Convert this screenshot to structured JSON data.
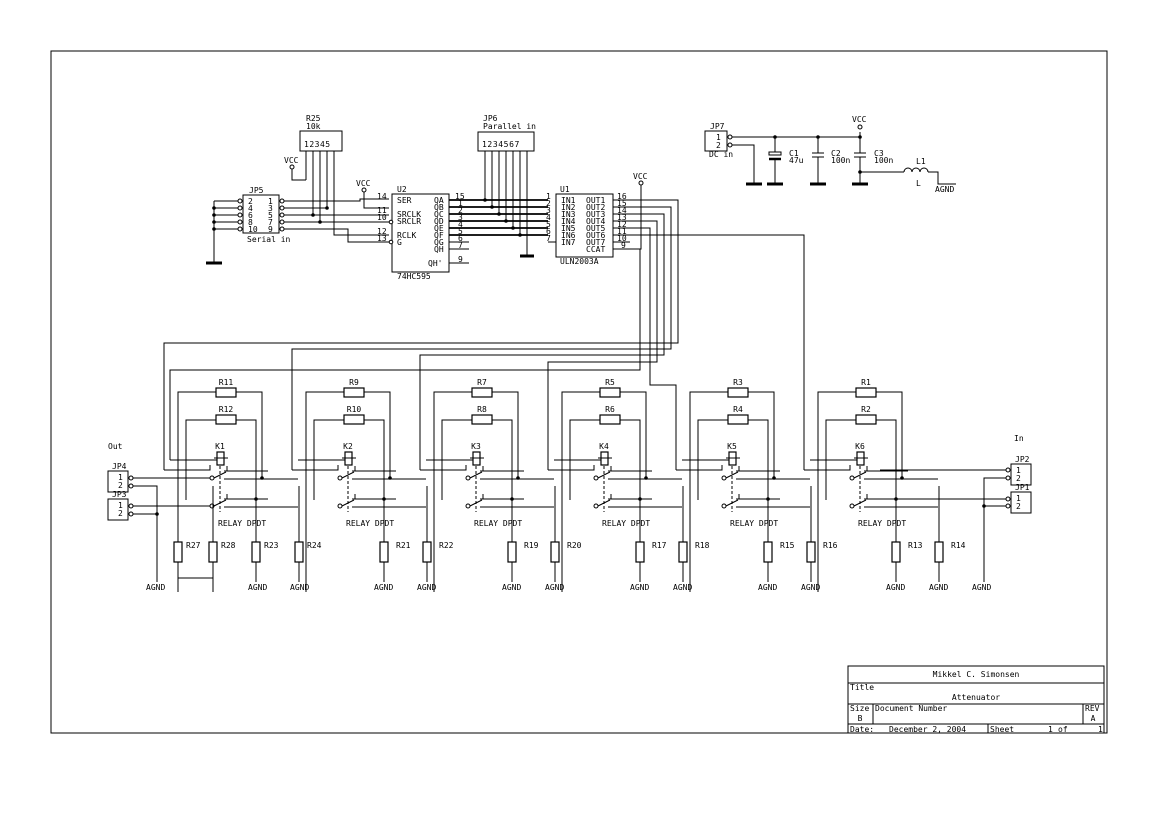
{
  "title_block": {
    "author": "Mikkel C. Simonsen",
    "title_label": "Title",
    "title": "Attenuator",
    "size_label": "Size",
    "size": "B",
    "docnum_label": "Document Number",
    "rev_label": "REV",
    "rev": "A",
    "date_label": "Date:",
    "date": "December  2, 2004",
    "sheet_label": "Sheet",
    "sheet": "1",
    "of_label": "of",
    "sheet_total": "1"
  },
  "power": {
    "vcc": "VCC",
    "agnd": "AGND"
  },
  "connectors": {
    "jp5": {
      "ref": "JP5",
      "label": "Serial in",
      "pins_left": [
        "2",
        "4",
        "6",
        "8",
        "10"
      ],
      "pins_right": [
        "1",
        "3",
        "5",
        "7",
        "9"
      ]
    },
    "jp6": {
      "ref": "JP6",
      "label": "Parallel in",
      "pins": "1234567"
    },
    "jp7": {
      "ref": "JP7",
      "label": "DC in",
      "pins": [
        "1",
        "2"
      ]
    },
    "jp4": {
      "ref": "JP4",
      "pins": [
        "1",
        "2"
      ]
    },
    "jp3": {
      "ref": "JP3",
      "pins": [
        "1",
        "2"
      ]
    },
    "jp2": {
      "ref": "JP2",
      "pins": [
        "1",
        "2"
      ]
    },
    "jp1": {
      "ref": "JP1",
      "pins": [
        "1",
        "2"
      ]
    },
    "out_label": "Out",
    "in_label": "In"
  },
  "r25": {
    "ref": "R25",
    "value": "10k",
    "pins": "12345"
  },
  "u2": {
    "ref": "U2",
    "part": "74HC595",
    "left_pins": [
      {
        "num": "14",
        "name": "SER"
      },
      {
        "num": "11",
        "name": "SRCLK"
      },
      {
        "num": "10",
        "name": "SRCLR"
      },
      {
        "num": "12",
        "name": "RCLK"
      },
      {
        "num": "13",
        "name": "G"
      }
    ],
    "right_pins": [
      {
        "num": "15",
        "name": "QA"
      },
      {
        "num": "1",
        "name": "QB"
      },
      {
        "num": "2",
        "name": "QC"
      },
      {
        "num": "3",
        "name": "QD"
      },
      {
        "num": "4",
        "name": "QE"
      },
      {
        "num": "5",
        "name": "QF"
      },
      {
        "num": "6",
        "name": "QG"
      },
      {
        "num": "7",
        "name": "QH"
      },
      {
        "num": "9",
        "name": "QH'"
      }
    ]
  },
  "u1": {
    "ref": "U1",
    "part": "ULN2003A",
    "left_pins": [
      {
        "num": "1",
        "name": "IN1"
      },
      {
        "num": "2",
        "name": "IN2"
      },
      {
        "num": "3",
        "name": "IN3"
      },
      {
        "num": "4",
        "name": "IN4"
      },
      {
        "num": "5",
        "name": "IN5"
      },
      {
        "num": "6",
        "name": "IN6"
      },
      {
        "num": "7",
        "name": "IN7"
      }
    ],
    "right_pins": [
      {
        "num": "16",
        "name": "OUT1"
      },
      {
        "num": "15",
        "name": "OUT2"
      },
      {
        "num": "14",
        "name": "OUT3"
      },
      {
        "num": "13",
        "name": "OUT4"
      },
      {
        "num": "12",
        "name": "OUT5"
      },
      {
        "num": "11",
        "name": "OUT6"
      },
      {
        "num": "10",
        "name": "OUT7"
      },
      {
        "num": "9",
        "name": "CCAT"
      }
    ]
  },
  "caps": [
    {
      "ref": "C1",
      "value": "47u"
    },
    {
      "ref": "C2",
      "value": "100n"
    },
    {
      "ref": "C3",
      "value": "100n"
    }
  ],
  "inductor": {
    "ref": "L1",
    "value": "L"
  },
  "stages": [
    {
      "relay": "K1",
      "part": "RELAY DPDT",
      "r_top": "R11",
      "r_mid": "R12",
      "r_bot": [
        "R27",
        "R28",
        "R23",
        "R24"
      ],
      "gnd": [
        "AGND",
        "AGND",
        "AGND"
      ]
    },
    {
      "relay": "K2",
      "part": "RELAY DPDT",
      "r_top": "R9",
      "r_mid": "R10",
      "r_bot": [
        "R21",
        "R22"
      ],
      "gnd": [
        "AGND",
        "AGND"
      ]
    },
    {
      "relay": "K3",
      "part": "RELAY DPDT",
      "r_top": "R7",
      "r_mid": "R8",
      "r_bot": [
        "R19",
        "R20"
      ],
      "gnd": [
        "AGND",
        "AGND"
      ]
    },
    {
      "relay": "K4",
      "part": "RELAY DPDT",
      "r_top": "R5",
      "r_mid": "R6",
      "r_bot": [
        "R17",
        "R18"
      ],
      "gnd": [
        "AGND",
        "AGND"
      ]
    },
    {
      "relay": "K5",
      "part": "RELAY DPDT",
      "r_top": "R3",
      "r_mid": "R4",
      "r_bot": [
        "R15",
        "R16"
      ],
      "gnd": [
        "AGND",
        "AGND"
      ]
    },
    {
      "relay": "K6",
      "part": "RELAY DPDT",
      "r_top": "R1",
      "r_mid": "R2",
      "r_bot": [
        "R13",
        "R14"
      ],
      "gnd": [
        "AGND",
        "AGND",
        "AGND"
      ]
    }
  ]
}
